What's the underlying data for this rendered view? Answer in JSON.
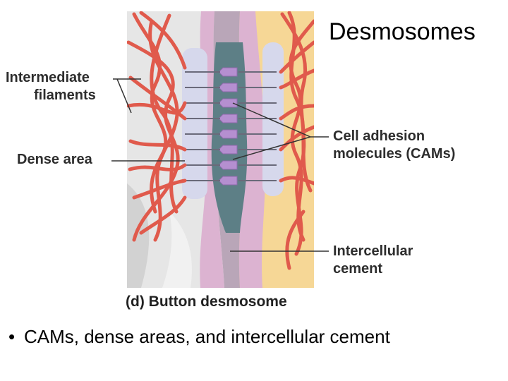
{
  "slide": {
    "title": "Desmosomes",
    "bullet": "CAMs, dense areas, and intercellular cement"
  },
  "figure": {
    "labels": {
      "intermediate_filaments_line1": "Intermediate",
      "intermediate_filaments_line2": "filaments",
      "dense_area": "Dense area",
      "cams_line1": "Cell adhesion",
      "cams_line2": "molecules (CAMs)",
      "cement_line1": "Intercellular",
      "cement_line2": "cement"
    },
    "caption": "(d)  Button desmosome",
    "colors": {
      "left_cell": "#e3e3e3",
      "right_cell": "#f6d796",
      "membrane": "#d9b0cf",
      "cement": "#5d7f86",
      "dense_plaque": "#d6d8ec",
      "cam": "#b58fd0",
      "filament": "#e05a4c"
    }
  }
}
